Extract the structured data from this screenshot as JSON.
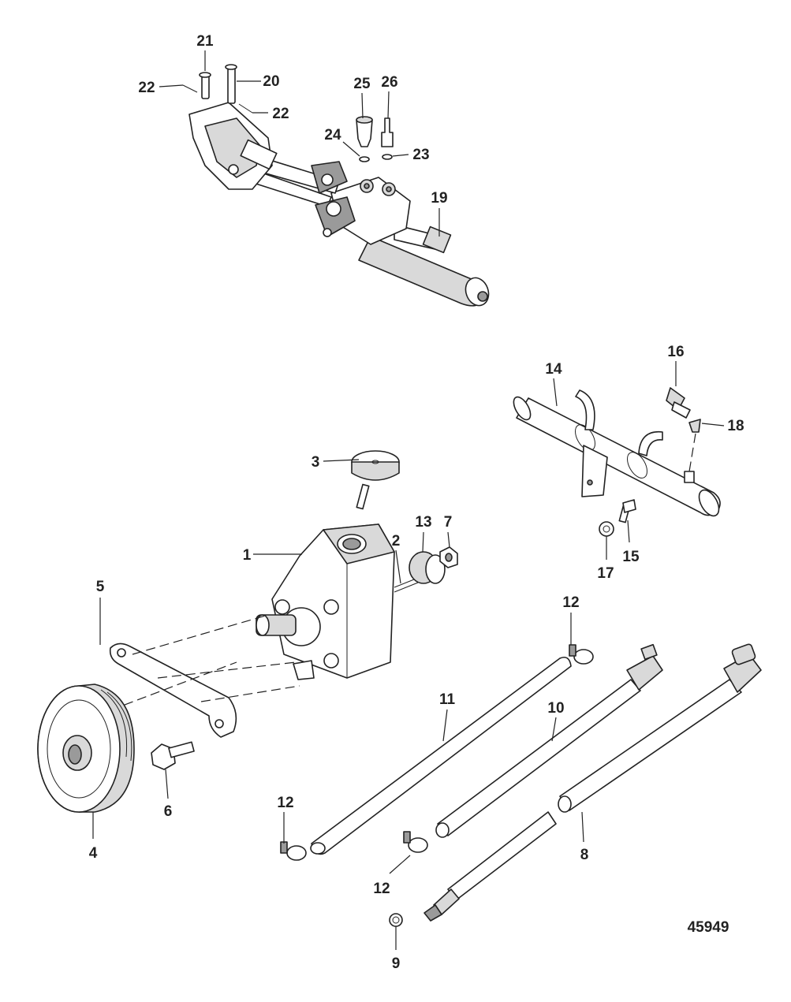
{
  "figure_number": "45949",
  "callouts": [
    {
      "id": "c1",
      "label": "1"
    },
    {
      "id": "c2",
      "label": "2"
    },
    {
      "id": "c3",
      "label": "3"
    },
    {
      "id": "c4",
      "label": "4"
    },
    {
      "id": "c5",
      "label": "5"
    },
    {
      "id": "c6",
      "label": "6"
    },
    {
      "id": "c7",
      "label": "7"
    },
    {
      "id": "c8",
      "label": "8"
    },
    {
      "id": "c9",
      "label": "9"
    },
    {
      "id": "c10",
      "label": "10"
    },
    {
      "id": "c11",
      "label": "11"
    },
    {
      "id": "c12a",
      "label": "12"
    },
    {
      "id": "c12b",
      "label": "12"
    },
    {
      "id": "c12c",
      "label": "12"
    },
    {
      "id": "c13",
      "label": "13"
    },
    {
      "id": "c14",
      "label": "14"
    },
    {
      "id": "c15",
      "label": "15"
    },
    {
      "id": "c16",
      "label": "16"
    },
    {
      "id": "c17",
      "label": "17"
    },
    {
      "id": "c18",
      "label": "18"
    },
    {
      "id": "c19",
      "label": "19"
    },
    {
      "id": "c20",
      "label": "20"
    },
    {
      "id": "c21",
      "label": "21"
    },
    {
      "id": "c22a",
      "label": "22"
    },
    {
      "id": "c22b",
      "label": "22"
    },
    {
      "id": "c23",
      "label": "23"
    },
    {
      "id": "c24",
      "label": "24"
    },
    {
      "id": "c25",
      "label": "25"
    },
    {
      "id": "c26",
      "label": "26"
    }
  ]
}
